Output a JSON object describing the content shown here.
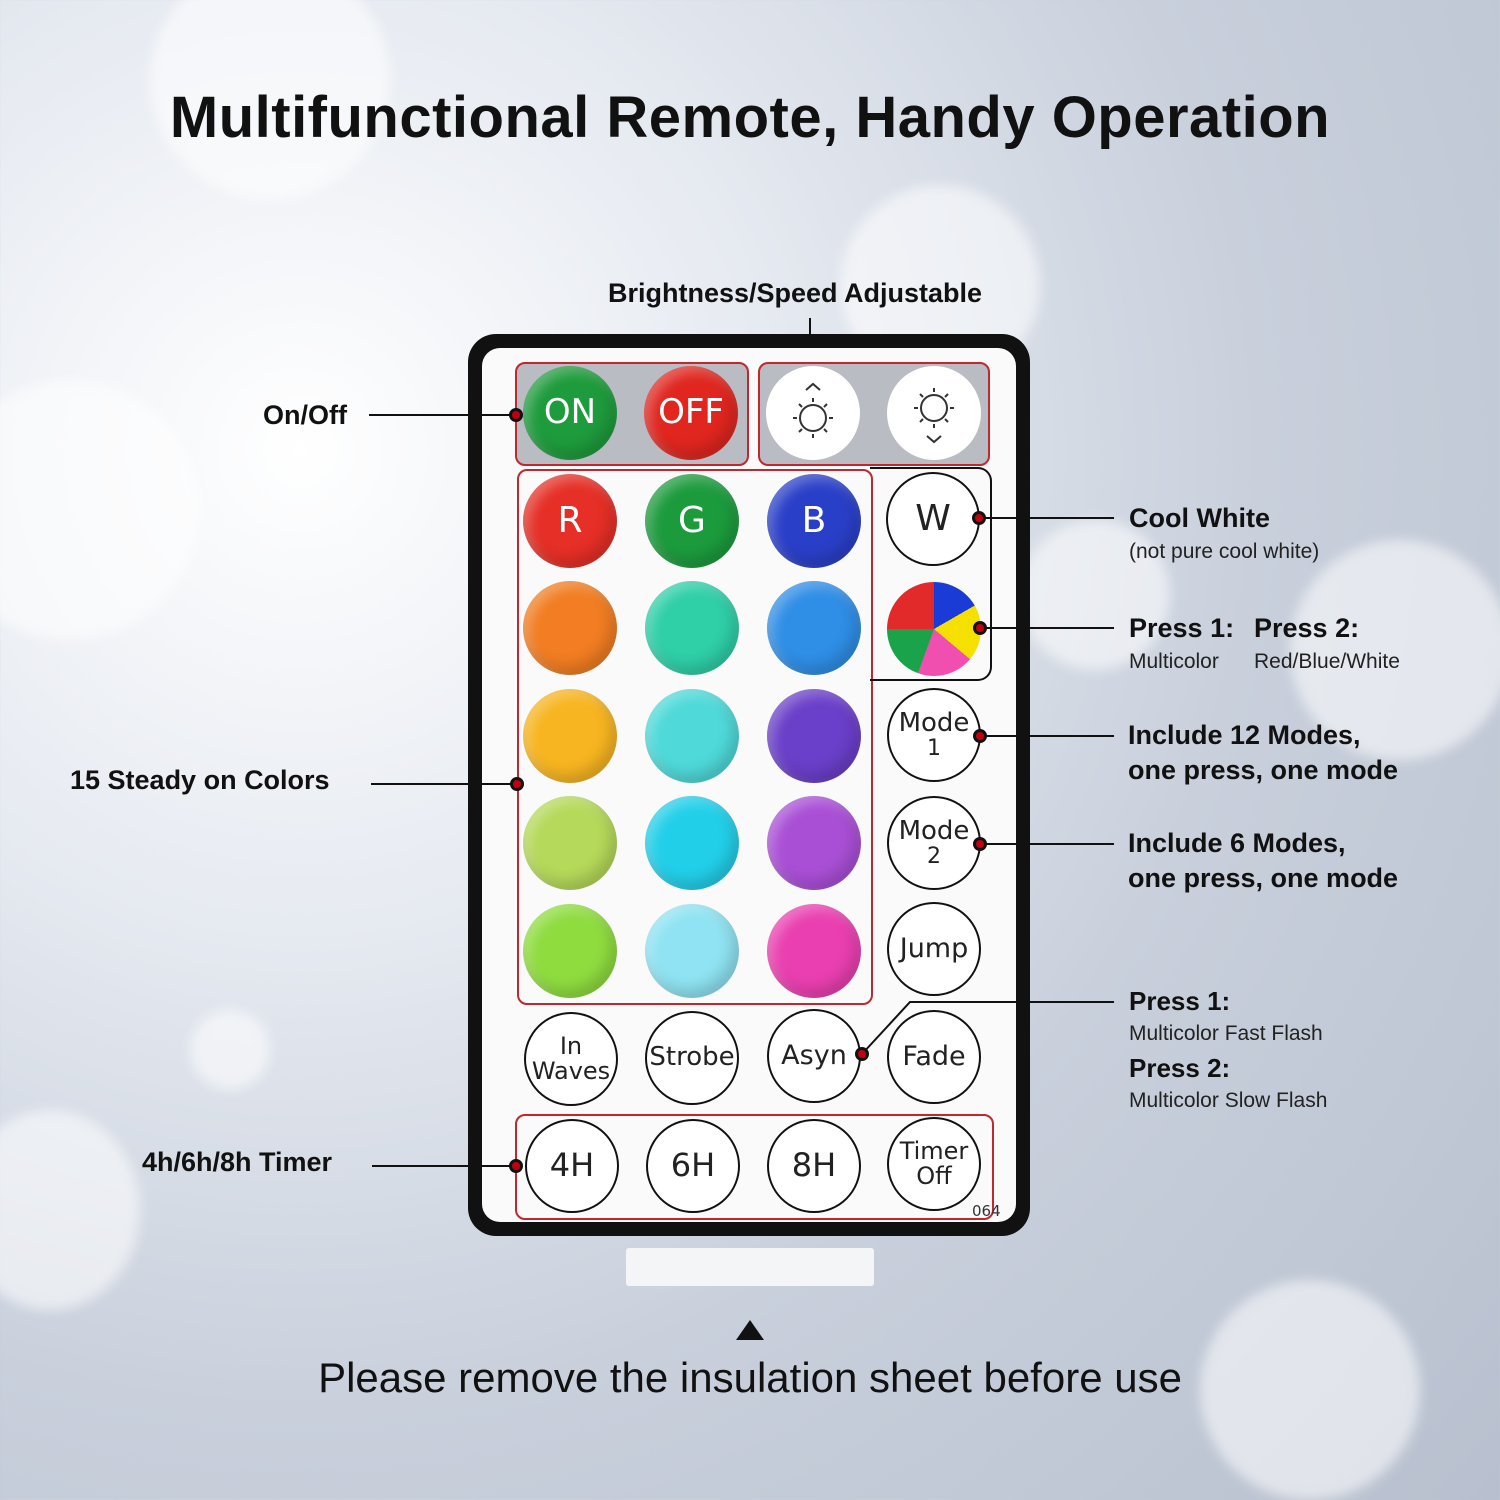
{
  "title": "Multifunctional Remote, Handy Operation",
  "callouts": {
    "brightness": "Brightness/Speed Adjustable",
    "on_off": "On/Off",
    "steady": "15 Steady on Colors",
    "timer": "4h/6h/8h Timer",
    "cool_white": "Cool White",
    "cool_white_sub": "(not pure cool white)",
    "press1": "Press 1:",
    "press2": "Press 2:",
    "press1_sub": "Multicolor",
    "press2_sub": "Red/Blue/White",
    "mode1_line1": "Include 12 Modes,",
    "mode1_line2": "one press, one mode",
    "mode2_line1": "Include 6 Modes,",
    "mode2_line2": "one press, one mode",
    "flash_press1": "Press 1:",
    "flash_press1_sub": "Multicolor Fast Flash",
    "flash_press2": "Press 2:",
    "flash_press2_sub": "Multicolor Slow Flash"
  },
  "remote": {
    "on": "ON",
    "off": "OFF",
    "r": "R",
    "g": "G",
    "b": "B",
    "w": "W",
    "mode1_a": "Mode",
    "mode1_b": "1",
    "mode2_a": "Mode",
    "mode2_b": "2",
    "jump": "Jump",
    "in_waves_a": "In",
    "in_waves_b": "Waves",
    "strobe": "Strobe",
    "asyn": "Asyn",
    "fade": "Fade",
    "h4": "4H",
    "h6": "6H",
    "h8": "8H",
    "timer_off_a": "Timer",
    "timer_off_b": "Off",
    "code": "064"
  },
  "colors": {
    "on": "#1e9b3c",
    "off": "#e0261f",
    "grid": [
      "#e62f26",
      "#1c9b3d",
      "#2a3fc8",
      "#f27d22",
      "#2fcfa8",
      "#2f8ee6",
      "#f7b521",
      "#4fd9d9",
      "#6a3fc9",
      "#b5d95a",
      "#22cfe9",
      "#a94fd6",
      "#8fdc3f",
      "#8fe3f2",
      "#ea3fb0"
    ]
  },
  "bottom_note": "Please remove the insulation sheet before use"
}
